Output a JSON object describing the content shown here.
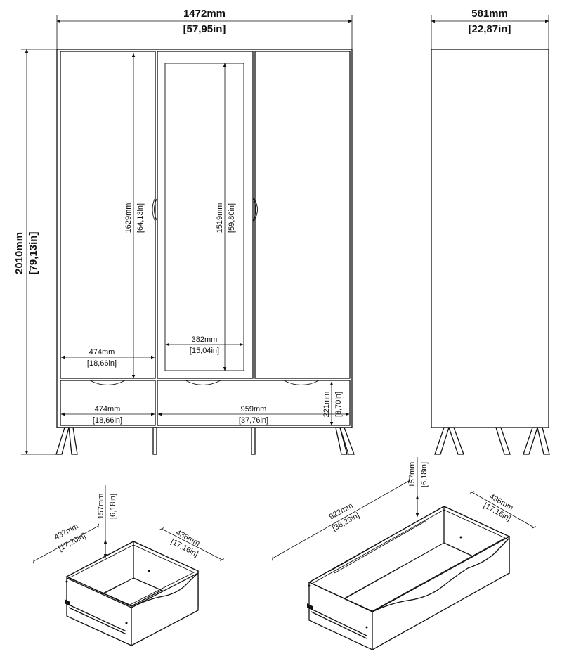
{
  "dimensions": {
    "overall_width": {
      "mm": "1472mm",
      "in": "[57,95in]"
    },
    "overall_depth": {
      "mm": "581mm",
      "in": "[22,87in]"
    },
    "overall_height": {
      "mm": "2010mm",
      "in": "[79,13in]"
    },
    "left_door_height": {
      "mm": "1629mm",
      "in": "[64,13in]"
    },
    "mirror_height": {
      "mm": "1519mm",
      "in": "[59,80in]"
    },
    "mirror_width": {
      "mm": "382mm",
      "in": "[15,04in]"
    },
    "left_compartment_width": {
      "mm": "474mm",
      "in": "[18,66in]"
    },
    "small_drawer_width": {
      "mm": "474mm",
      "in": "[18,66in]"
    },
    "large_drawer_width": {
      "mm": "959mm",
      "in": "[37,76in]"
    },
    "drawer_front_height": {
      "mm": "221mm",
      "in": "[8,70in]"
    }
  },
  "small_drawer": {
    "height": {
      "mm": "157mm",
      "in": "[6,18in]"
    },
    "width": {
      "mm": "437mm",
      "in": "[17,20in]"
    },
    "depth": {
      "mm": "436mm",
      "in": "[17,16in]"
    }
  },
  "large_drawer": {
    "height": {
      "mm": "157mm",
      "in": "[6,18in]"
    },
    "width": {
      "mm": "922mm",
      "in": "[36,29in]"
    },
    "depth": {
      "mm": "436mm",
      "in": "[17,16in]"
    }
  }
}
